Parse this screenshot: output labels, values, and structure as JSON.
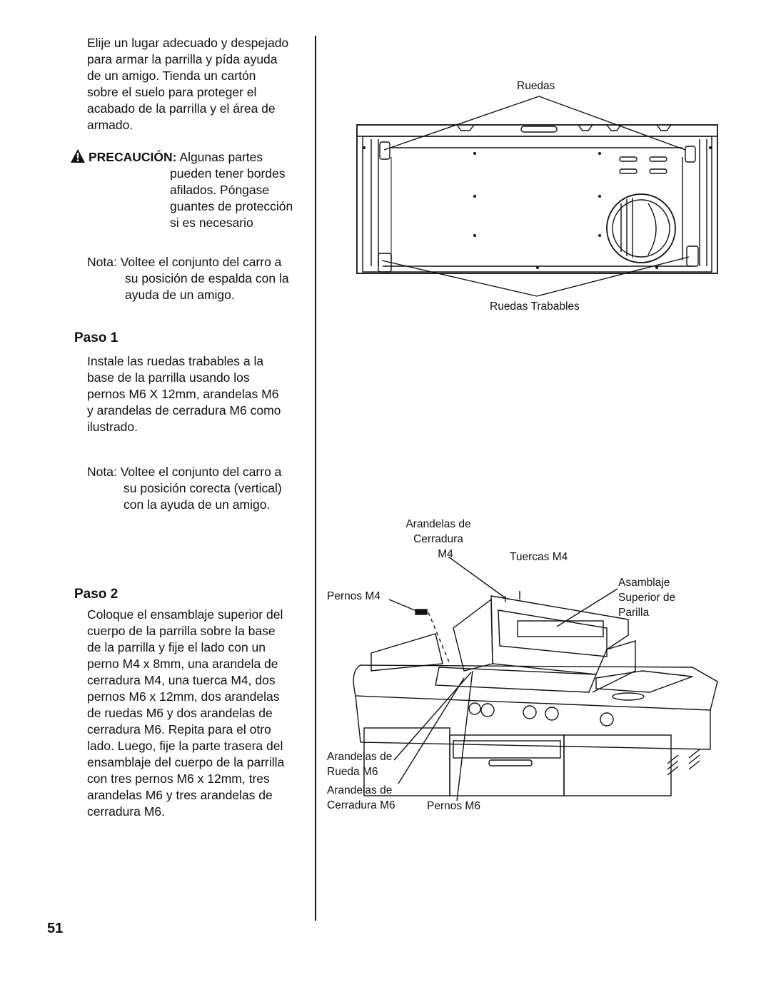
{
  "intro": {
    "lines": [
      "Elije un lugar adecuado y despejado",
      "para armar la parrilla y pída ayuda",
      "de un amigo. Tienda un cartón",
      "sobre el suelo para proteger el",
      "acabado de la parrilla y el área de",
      "armado."
    ]
  },
  "caution": {
    "label": "PRECAUCIÓN:",
    "first": "Algunas partes",
    "lines": [
      "pueden tener bordes",
      "afilados. Póngase",
      "guantes de protección",
      "si es necesario"
    ]
  },
  "note1": {
    "label": "Nota:",
    "first": "Voltee el conjunto del carro a",
    "lines": [
      "su posición de espalda con la",
      "ayuda de un amigo."
    ]
  },
  "step1": {
    "title": "Paso 1",
    "lines": [
      "Instale las ruedas trabables a la",
      "base de la parrilla usando los",
      "pernos M6 X 12mm, arandelas M6",
      "y arandelas de cerradura M6 como",
      "ilustrado."
    ]
  },
  "note2": {
    "label": "Nota:",
    "first": "Voltee el conjunto del carro a",
    "lines": [
      "su posición corecta (vertical)",
      "con la ayuda de un amigo."
    ]
  },
  "step2": {
    "title": "Paso 2",
    "lines": [
      "Coloque el ensamblaje superior del",
      "cuerpo de la parrilla sobre la base",
      "de la parrilla y fije el lado con un",
      "perno M4 x 8mm, una arandela de",
      "cerradura M4, una tuerca M4, dos",
      "pernos M6 x 12mm, dos arandelas",
      "de ruedas M6 y dos arandelas de",
      "cerradura M6. Repita para el otro",
      "lado. Luego, fije la parte trasera del",
      "ensamblaje del cuerpo de la parrilla",
      "con tres pernos M6 x 12mm, tres",
      "arandelas M6 y tres arandelas de",
      "cerradura  M6."
    ]
  },
  "figure1": {
    "label_top": "Ruedas",
    "label_bottom": "Ruedas Trabables"
  },
  "figure2": {
    "lock_washers_m4": [
      "Arandelas de",
      "Cerradura",
      "M4"
    ],
    "nuts_m4": "Tuercas M4",
    "bolts_m4": "Pernos M4",
    "top_assembly": [
      "Asamblaje",
      "Superior de",
      "Parilla"
    ],
    "wheel_washers": [
      "Arandelas de",
      "Rueda M6"
    ],
    "lock_washers_m6": [
      "Arandelas de",
      "Cerradura M6"
    ],
    "bolts_m6": "Pernos M6"
  },
  "page_number": "51"
}
